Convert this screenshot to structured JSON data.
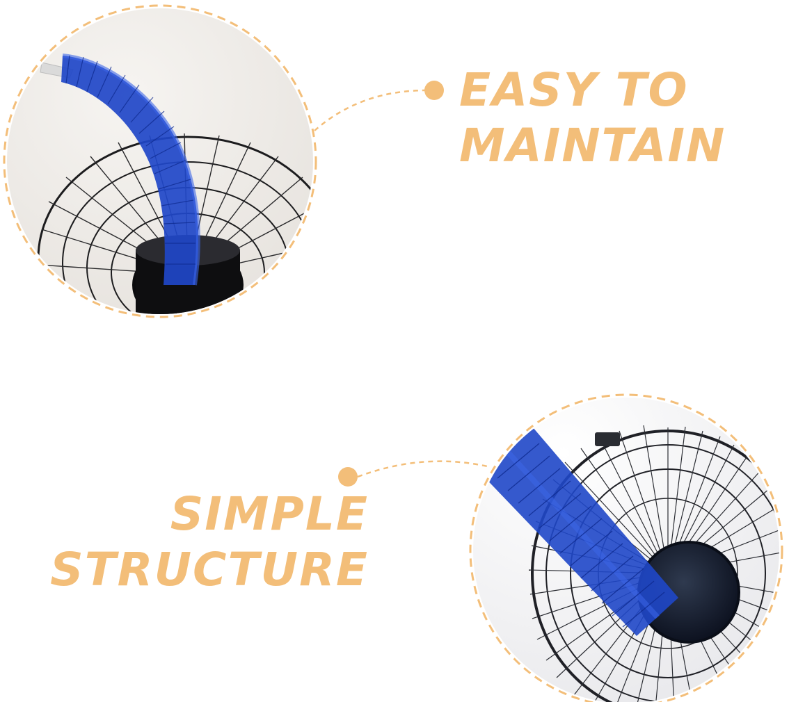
{
  "colors": {
    "accent": "#F3BE79",
    "brush_blue": "#1F47C8",
    "fan_dark": "#1C1C1E",
    "photo_bg": "#EFEDEA"
  },
  "feature_1": {
    "line1": "EASY TO",
    "line2": "MAINTAIN",
    "image": "brush-cleaning-fan-top-photo"
  },
  "feature_2": {
    "line1": "SIMPLE",
    "line2": "STRUCTURE",
    "image": "brush-cleaning-fan-side-photo"
  }
}
